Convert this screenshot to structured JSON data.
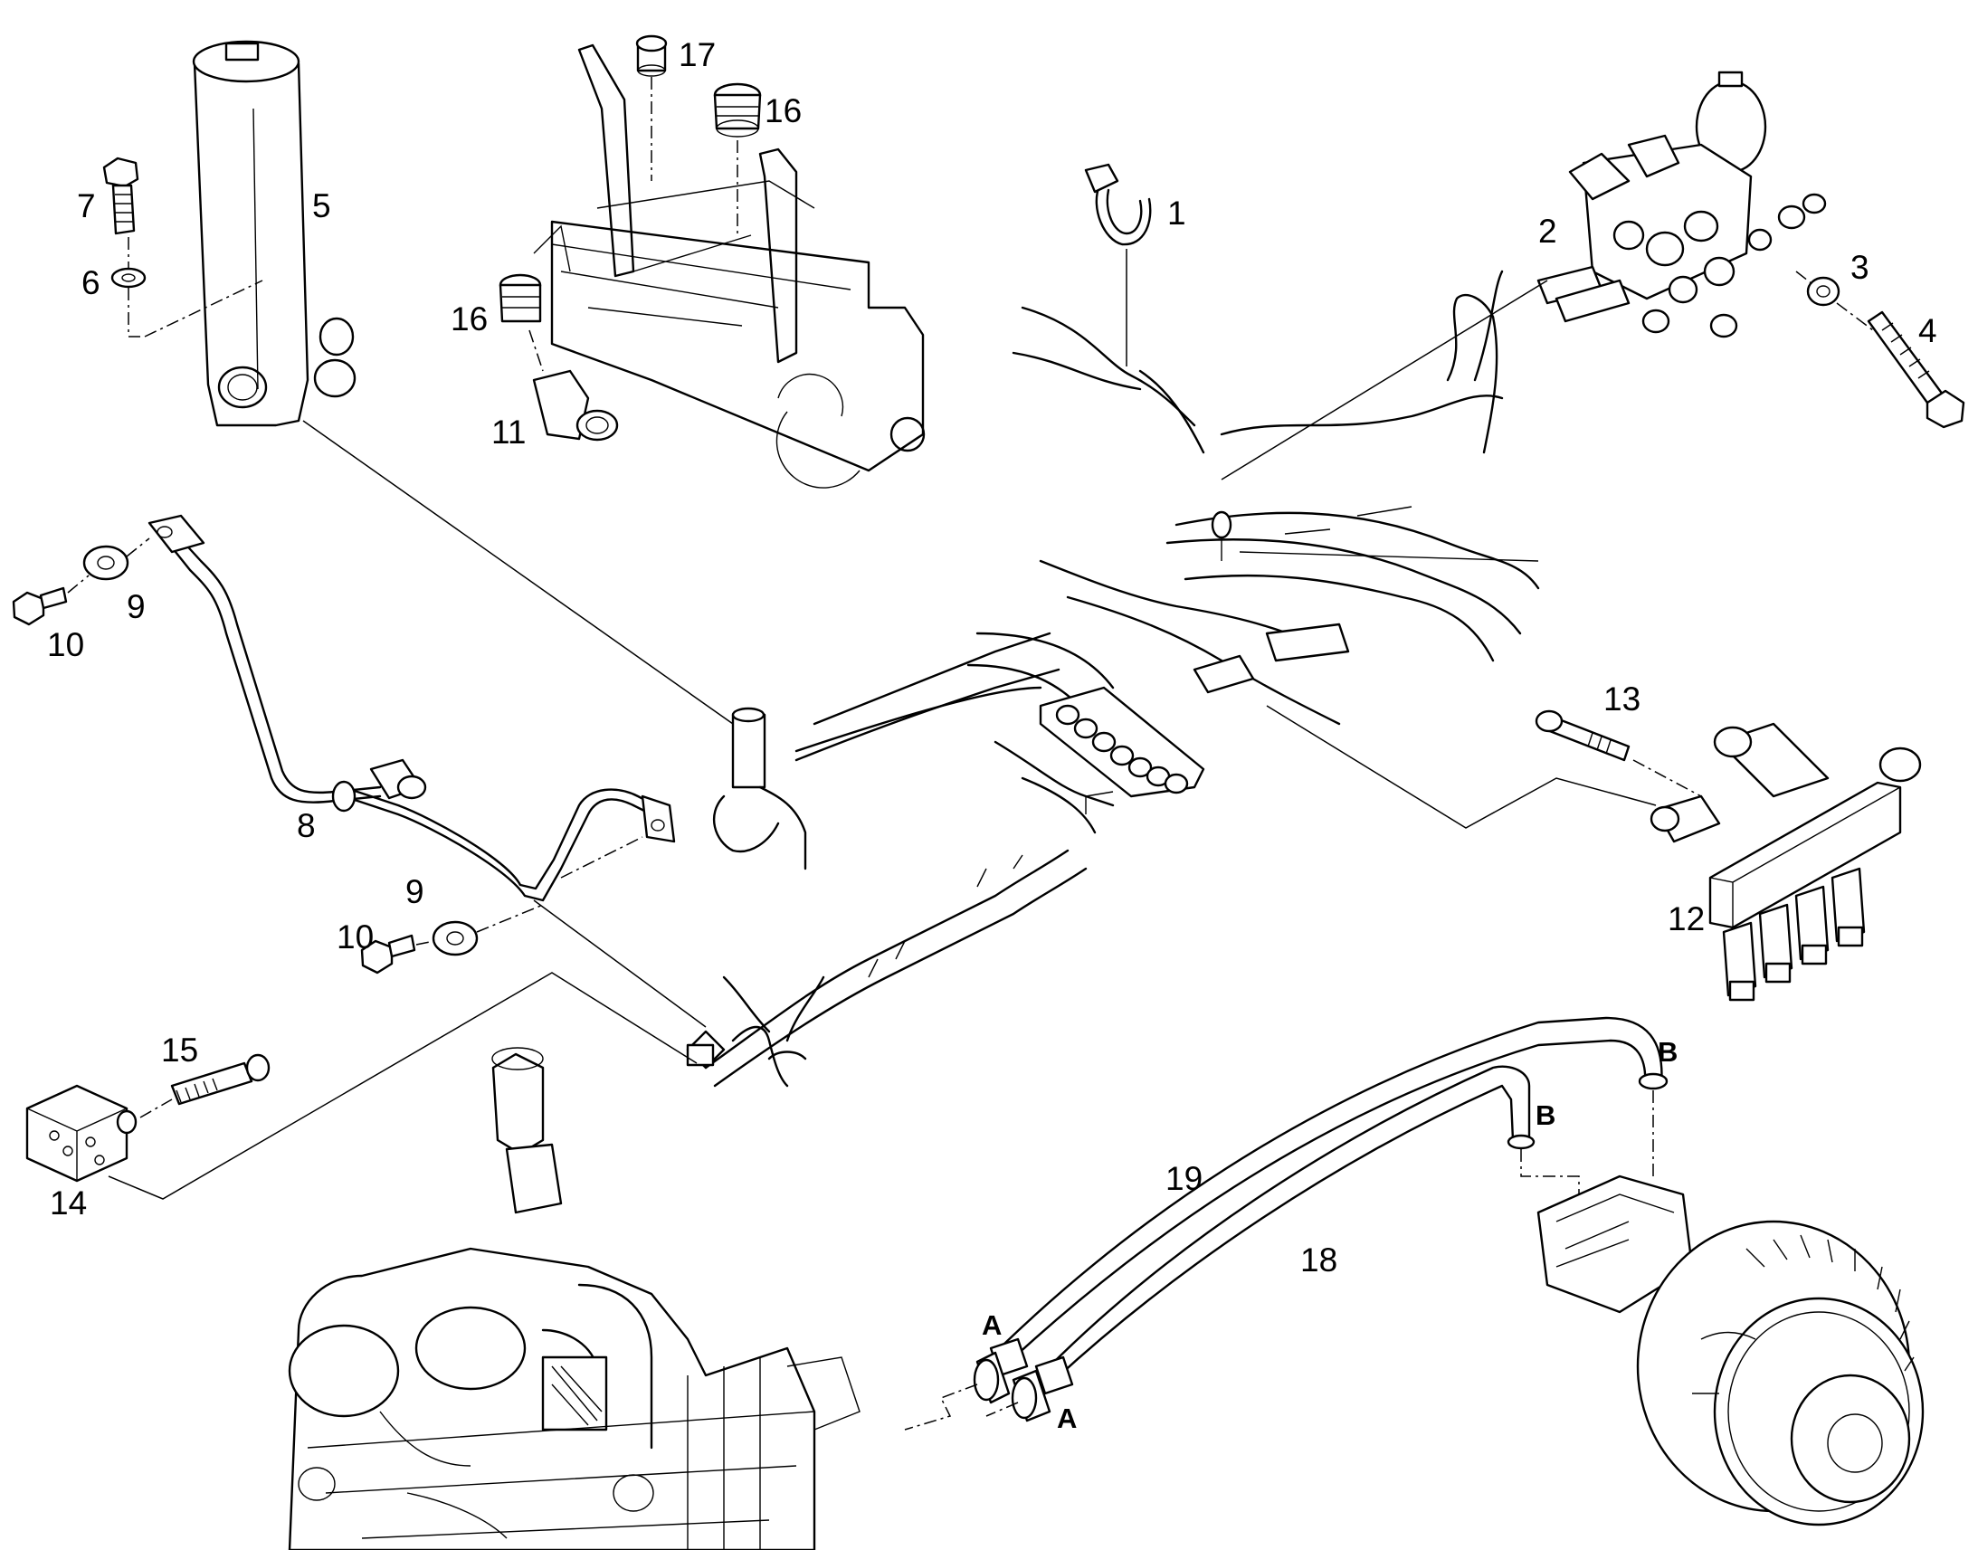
{
  "diagram": {
    "type": "exploded parts diagram",
    "part_numbers": [
      "1",
      "2",
      "3",
      "4",
      "5",
      "6",
      "7",
      "8",
      "9",
      "10",
      "11",
      "12",
      "13",
      "14",
      "15",
      "16",
      "17",
      "18",
      "19"
    ],
    "callouts": {
      "n1": "1",
      "n2": "2",
      "n3": "3",
      "n4": "4",
      "n5": "5",
      "n6": "6",
      "n7": "7",
      "n8": "8",
      "n9a": "9",
      "n9b": "9",
      "n10a": "10",
      "n10b": "10",
      "n11": "11",
      "n12": "12",
      "n13": "13",
      "n14": "14",
      "n15": "15",
      "n16a": "16",
      "n16b": "16",
      "n17": "17",
      "n18": "18",
      "n19": "19"
    },
    "connection_letters": {
      "a1": "A",
      "a2": "A",
      "b1": "B",
      "b2": "B"
    },
    "colors": {
      "line": "#000000",
      "background": "#ffffff"
    }
  }
}
